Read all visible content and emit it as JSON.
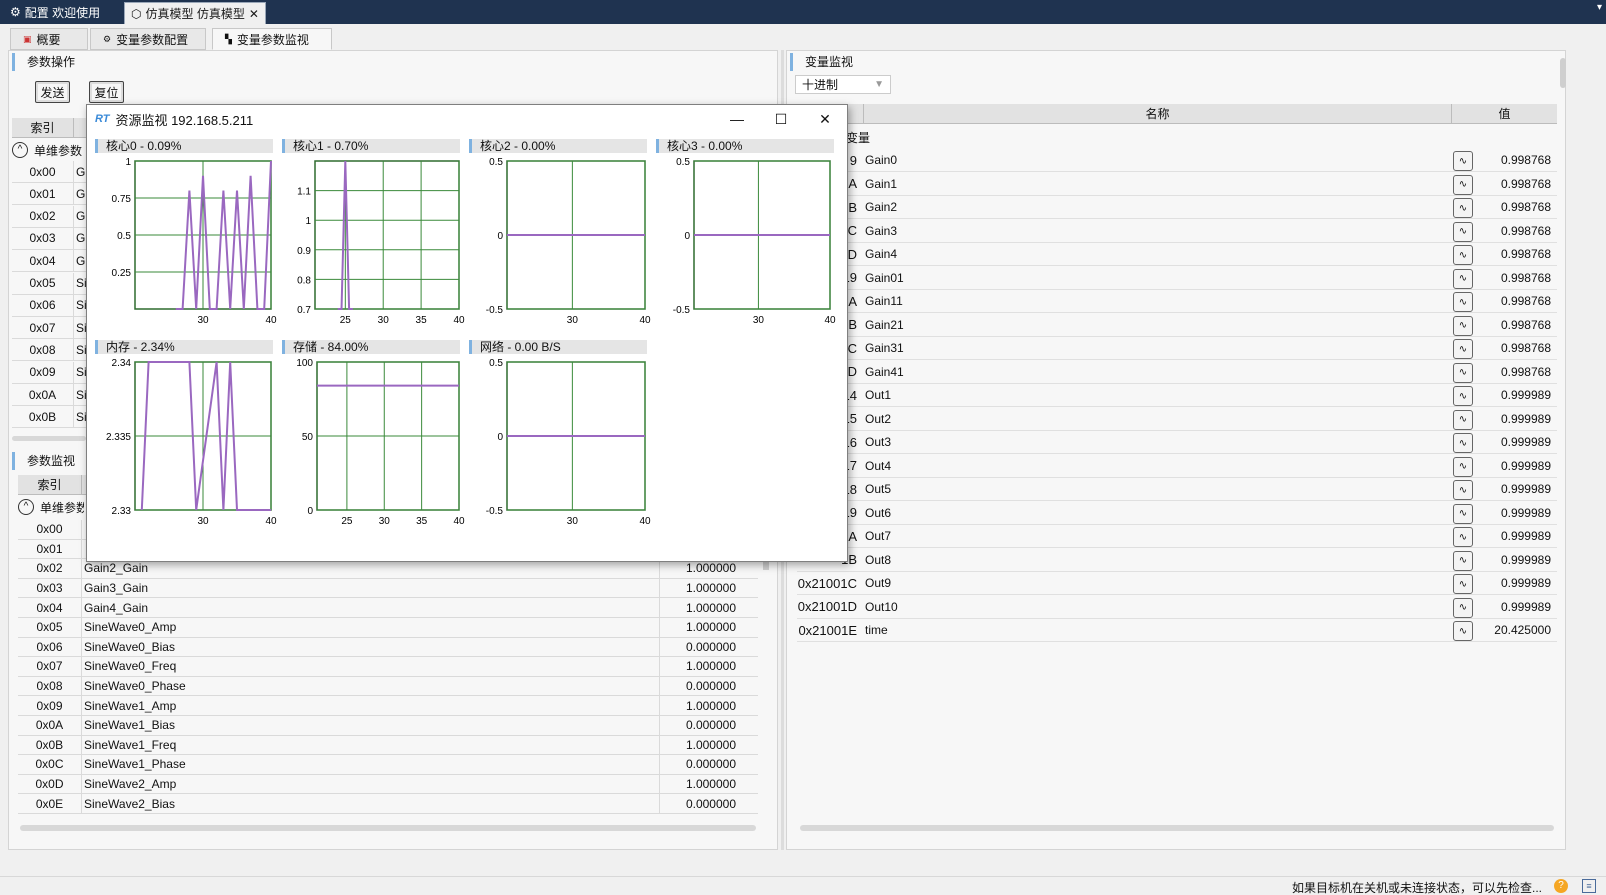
{
  "topbar": {
    "tab1": "配置 欢迎使用",
    "tab2": "仿真模型 仿真模型",
    "close_glyph": "✕"
  },
  "subtabs": [
    "概要",
    "变量参数配置",
    "变量参数监视"
  ],
  "left": {
    "param_ops": "参数操作",
    "send": "发送",
    "reset": "复位",
    "index_header": "索引",
    "group_label": "单维参数",
    "top_rows": [
      {
        "index": "0x00",
        "p": "G"
      },
      {
        "index": "0x01",
        "p": "G"
      },
      {
        "index": "0x02",
        "p": "G"
      },
      {
        "index": "0x03",
        "p": "G"
      },
      {
        "index": "0x04",
        "p": "G"
      },
      {
        "index": "0x05",
        "p": "Si"
      },
      {
        "index": "0x06",
        "p": "Si"
      },
      {
        "index": "0x07",
        "p": "Si"
      },
      {
        "index": "0x08",
        "p": "Si"
      },
      {
        "index": "0x09",
        "p": "Si"
      },
      {
        "index": "0x0A",
        "p": "Si"
      },
      {
        "index": "0x0B",
        "p": "Si"
      }
    ],
    "param_monitor": "参数监视",
    "index_header2": "索引",
    "group_label2": "单维参数",
    "rows": [
      {
        "index": "0x00",
        "name": "",
        "value": ""
      },
      {
        "index": "0x01",
        "name": "",
        "value": ""
      },
      {
        "index": "0x02",
        "name": "Gain2_Gain",
        "value": "1.000000"
      },
      {
        "index": "0x03",
        "name": "Gain3_Gain",
        "value": "1.000000"
      },
      {
        "index": "0x04",
        "name": "Gain4_Gain",
        "value": "1.000000"
      },
      {
        "index": "0x05",
        "name": "SineWave0_Amp",
        "value": "1.000000"
      },
      {
        "index": "0x06",
        "name": "SineWave0_Bias",
        "value": "0.000000"
      },
      {
        "index": "0x07",
        "name": "SineWave0_Freq",
        "value": "1.000000"
      },
      {
        "index": "0x08",
        "name": "SineWave0_Phase",
        "value": "0.000000"
      },
      {
        "index": "0x09",
        "name": "SineWave1_Amp",
        "value": "1.000000"
      },
      {
        "index": "0x0A",
        "name": "SineWave1_Bias",
        "value": "0.000000"
      },
      {
        "index": "0x0B",
        "name": "SineWave1_Freq",
        "value": "1.000000"
      },
      {
        "index": "0x0C",
        "name": "SineWave1_Phase",
        "value": "0.000000"
      },
      {
        "index": "0x0D",
        "name": "SineWave2_Amp",
        "value": "1.000000"
      },
      {
        "index": "0x0E",
        "name": "SineWave2_Bias",
        "value": "0.000000"
      }
    ]
  },
  "right": {
    "title": "变量监视",
    "format": "十进制",
    "col_name": "名称",
    "col_value": "值",
    "group_label": "变量",
    "rows": [
      {
        "index": "9",
        "name": "Gain0",
        "value": "0.998768"
      },
      {
        "index": "A",
        "name": "Gain1",
        "value": "0.998768"
      },
      {
        "index": "B",
        "name": "Gain2",
        "value": "0.998768"
      },
      {
        "index": "C",
        "name": "Gain3",
        "value": "0.998768"
      },
      {
        "index": "D",
        "name": "Gain4",
        "value": "0.998768"
      },
      {
        "index": "19",
        "name": "Gain01",
        "value": "0.998768"
      },
      {
        "index": "1A",
        "name": "Gain11",
        "value": "0.998768"
      },
      {
        "index": "1B",
        "name": "Gain21",
        "value": "0.998768"
      },
      {
        "index": "1C",
        "name": "Gain31",
        "value": "0.998768"
      },
      {
        "index": "1D",
        "name": "Gain41",
        "value": "0.998768"
      },
      {
        "index": "14",
        "name": "Out1",
        "value": "0.999989"
      },
      {
        "index": "15",
        "name": "Out2",
        "value": "0.999989"
      },
      {
        "index": "16",
        "name": "Out3",
        "value": "0.999989"
      },
      {
        "index": "17",
        "name": "Out4",
        "value": "0.999989"
      },
      {
        "index": "18",
        "name": "Out5",
        "value": "0.999989"
      },
      {
        "index": "19",
        "name": "Out6",
        "value": "0.999989"
      },
      {
        "index": "1A",
        "name": "Out7",
        "value": "0.999989"
      },
      {
        "index": "1B",
        "name": "Out8",
        "value": "0.999989"
      },
      {
        "index": "0x21001C",
        "name": "Out9",
        "value": "0.999989"
      },
      {
        "index": "0x21001D",
        "name": "Out10",
        "value": "0.999989"
      },
      {
        "index": "0x21001E",
        "name": "time",
        "value": "20.425000"
      }
    ]
  },
  "monitor": {
    "logo": "RT",
    "title": "资源监视 192.168.5.211",
    "min": "—",
    "max": "☐",
    "close": "✕"
  },
  "chart_data": [
    {
      "type": "line",
      "title": "核心0 - 0.09%",
      "x": [
        26,
        27,
        28,
        29,
        30,
        31,
        32,
        33,
        34,
        35,
        36,
        37,
        38,
        39,
        40
      ],
      "values": [
        0,
        0,
        0.8,
        0,
        0.9,
        0,
        0,
        0.8,
        0,
        0.8,
        0,
        0.9,
        0,
        0,
        1
      ],
      "ylim": [
        0,
        1
      ],
      "yticks": [
        "1",
        "0.75",
        "0.5",
        "0.25"
      ],
      "xticks": [
        "30",
        "40"
      ],
      "xlim": [
        20,
        40
      ]
    },
    {
      "type": "line",
      "title": "核心1 - 0.70%",
      "x": [
        24,
        24.5,
        25,
        25.5,
        26
      ],
      "values": [
        0.7,
        0.7,
        1.2,
        0.7,
        0.7
      ],
      "ylim": [
        0.7,
        1.2
      ],
      "yticks": [
        "1.1",
        "1",
        "0.9",
        "0.8",
        "0.7"
      ],
      "xticks": [
        "25",
        "30",
        "35",
        "40"
      ],
      "xlim": [
        21,
        40
      ]
    },
    {
      "type": "line",
      "title": "核心2 - 0.00%",
      "x": [
        21,
        40
      ],
      "values": [
        0,
        0
      ],
      "ylim": [
        -0.5,
        0.5
      ],
      "yticks": [
        "0.5",
        "0",
        "-0.5"
      ],
      "xticks": [
        "30",
        "40"
      ],
      "xlim": [
        21,
        40
      ]
    },
    {
      "type": "line",
      "title": "核心3 - 0.00%",
      "x": [
        21,
        40
      ],
      "values": [
        0,
        0
      ],
      "ylim": [
        -0.5,
        0.5
      ],
      "yticks": [
        "0.5",
        "0",
        "-0.5"
      ],
      "xticks": [
        "30",
        "40"
      ],
      "xlim": [
        21,
        40
      ]
    },
    {
      "type": "line",
      "title": "内存 - 2.34%",
      "x": [
        21,
        22,
        23,
        27,
        28,
        29,
        32,
        33,
        34,
        35,
        36,
        40
      ],
      "values": [
        2.33,
        2.34,
        2.34,
        2.34,
        2.34,
        2.33,
        2.34,
        2.33,
        2.34,
        2.33,
        2.33,
        2.33
      ],
      "ylim": [
        2.33,
        2.34
      ],
      "yticks": [
        "2.34",
        "2.335",
        "2.33"
      ],
      "xticks": [
        "30",
        "40"
      ],
      "xlim": [
        20,
        40
      ]
    },
    {
      "type": "line",
      "title": "存储 - 84.00%",
      "x": [
        21,
        40
      ],
      "values": [
        84,
        84
      ],
      "ylim": [
        0,
        100
      ],
      "yticks": [
        "100",
        "50",
        "0"
      ],
      "xticks": [
        "25",
        "30",
        "35",
        "40"
      ],
      "xlim": [
        21,
        40
      ]
    },
    {
      "type": "line",
      "title": "网络 - 0.00 B/S",
      "x": [
        21,
        40
      ],
      "values": [
        0,
        0
      ],
      "ylim": [
        -0.5,
        0.5
      ],
      "yticks": [
        "0.5",
        "0",
        "-0.5"
      ],
      "xticks": [
        "30",
        "40"
      ],
      "xlim": [
        21,
        40
      ]
    }
  ],
  "status": "如果目标机在关机或未连接状态，可以先检查..."
}
